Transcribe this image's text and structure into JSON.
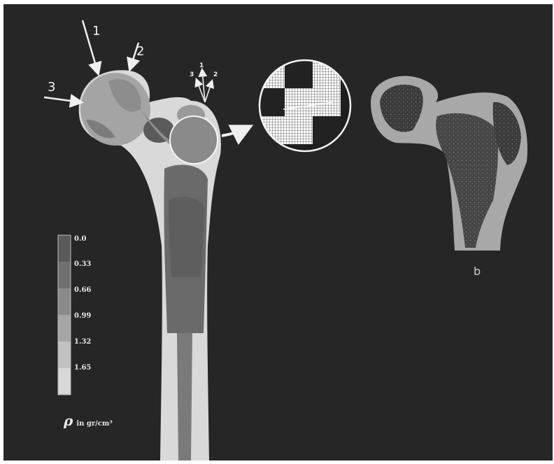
{
  "figure": {
    "load_labels": [
      "1",
      "2",
      "3"
    ],
    "detail_load_labels": [
      "3",
      "1",
      "2"
    ],
    "panel_label": "b"
  },
  "legend": {
    "levels": [
      "0.0",
      "0.33",
      "0.66",
      "0.99",
      "1.32",
      "1.65"
    ],
    "symbol": "ρ",
    "unit": "in gr/cm³",
    "colors": [
      "#5a5a5a",
      "#707070",
      "#8a8a8a",
      "#a6a6a6",
      "#c2c2c2",
      "#d8d8d8"
    ]
  }
}
